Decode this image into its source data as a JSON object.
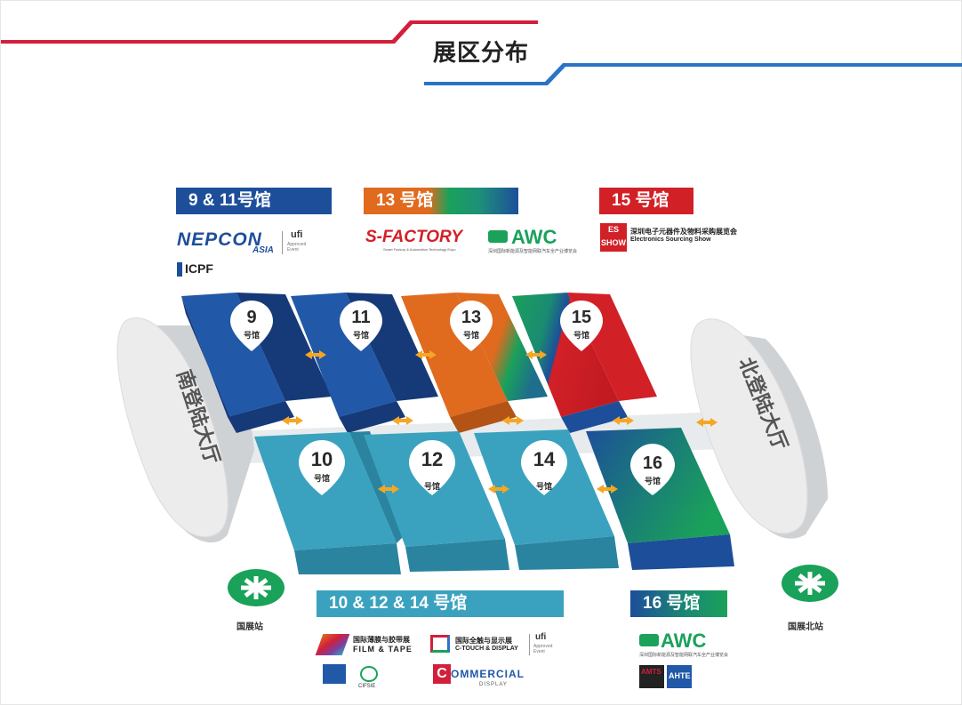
{
  "page": {
    "title": "展区分布"
  },
  "banners": {
    "b9_11": "9 & 11号馆",
    "b13": "13 号馆",
    "b15": "15 号馆",
    "b10_12_14": "10 & 12 & 14 号馆",
    "b16": "16 号馆"
  },
  "halls": {
    "h9": {
      "num": "9",
      "sub": "号馆"
    },
    "h11": {
      "num": "11",
      "sub": "号馆"
    },
    "h13": {
      "num": "13",
      "sub": "号馆"
    },
    "h15": {
      "num": "15",
      "sub": "号馆"
    },
    "h10": {
      "num": "10",
      "sub": "号馆"
    },
    "h12": {
      "num": "12",
      "sub": "号馆"
    },
    "h14": {
      "num": "14",
      "sub": "号馆"
    },
    "h16": {
      "num": "16",
      "sub": "号馆"
    }
  },
  "lobbies": {
    "south": "南登陆大厅",
    "north": "北登陆大厅"
  },
  "stations": {
    "left": "国展站",
    "right": "国展北站"
  },
  "logos": {
    "nepcon": "NEPCON",
    "nepcon_asia": "ASIA",
    "ufi": "ufi",
    "ufi_sub": "Approved Event",
    "icpf": "ICPF",
    "sfactory": "S-FACTORY",
    "sfactory_sub": "Smart Factory & Automation Technology Expo",
    "awc": "AWC",
    "awc_sub": "深圳国际新能源及智能网联汽车全产业博览会",
    "es_show": "ES SHOW",
    "es_cn": "深圳电子元器件及物料采购展览会",
    "es_en": "Electronics Sourcing Show",
    "film_cn": "国际薄膜与胶带展",
    "film_en": "FILM & TAPE",
    "ctouch_cn": "国际全触与显示展",
    "ctouch_en": "C-TOUCH & DISPLAY",
    "cifsie": "CIFSIE",
    "commercial": "OMMERCIAL",
    "commercial_c": "C",
    "display": "DISPLAY",
    "amts": "AMTS",
    "ahte": "AHTE"
  },
  "colors": {
    "red_accent": "#d21f3c",
    "blue_accent": "#2a74c8",
    "navy": "#1d4e9a",
    "orange": "#e06a1e",
    "green": "#1aa15a",
    "red": "#d22027",
    "teal": "#3aa2bf"
  }
}
